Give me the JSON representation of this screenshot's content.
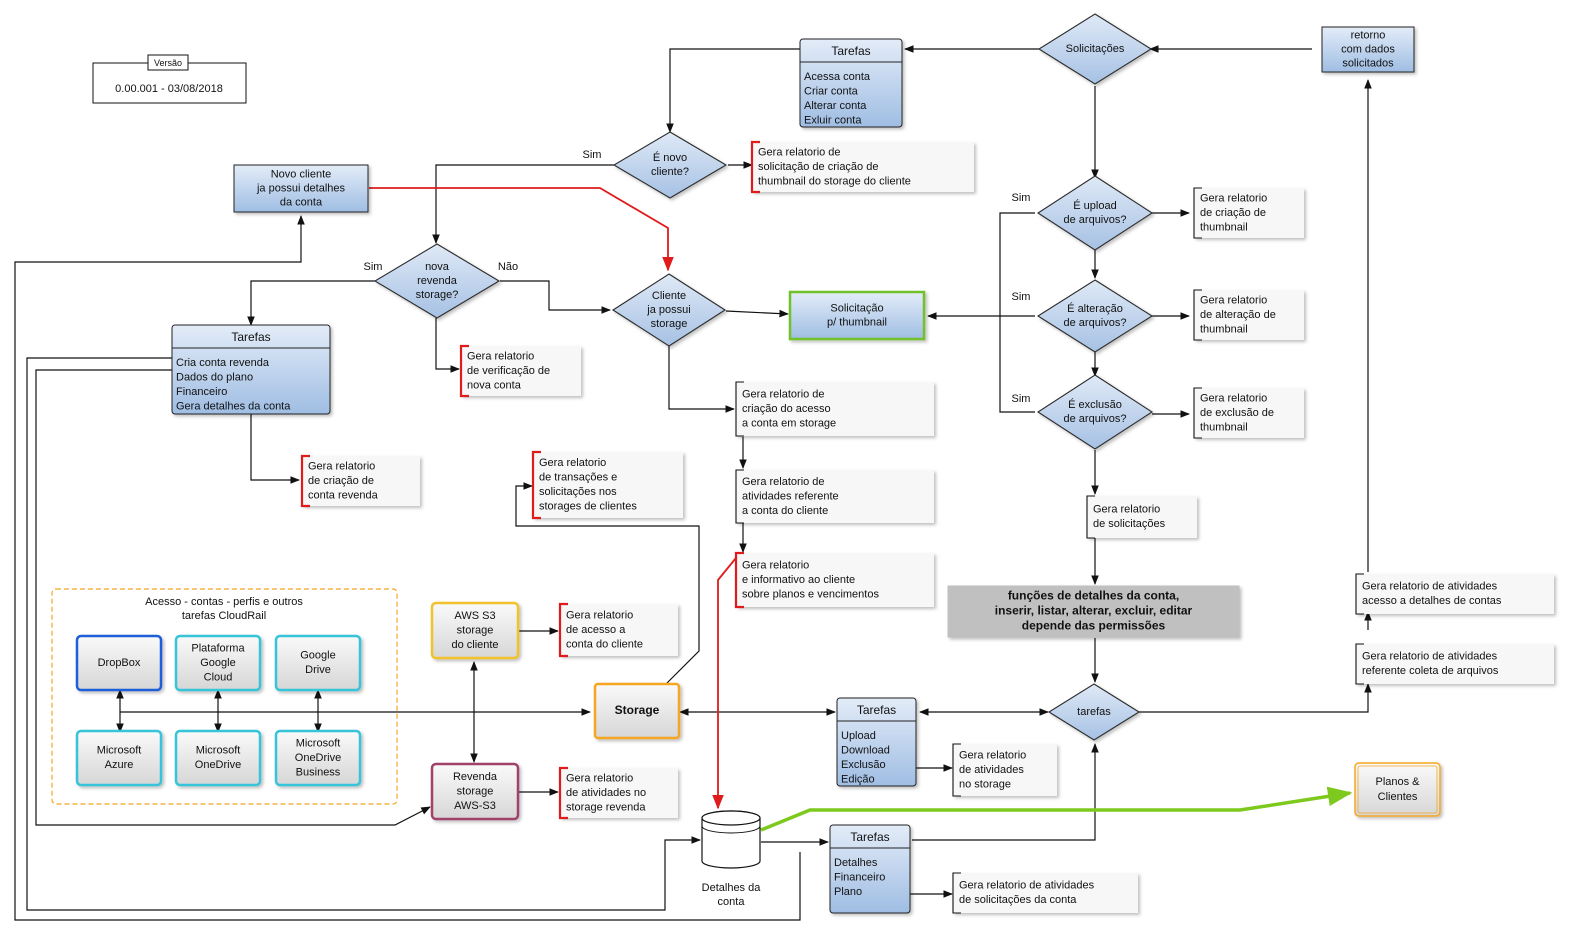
{
  "version": {
    "label": "Versão",
    "value": "0.00.001 - 03/08/2018"
  },
  "decisions": {
    "solicitacoes": [
      "Solicitações"
    ],
    "e_novo_cliente": [
      "É novo",
      "cliente?"
    ],
    "nova_revenda": [
      "nova",
      "revenda",
      "storage?"
    ],
    "cliente_storage": [
      "Cliente",
      "ja possui",
      "storage"
    ],
    "e_upload": [
      "É upload",
      "de arquivos?"
    ],
    "e_alteracao": [
      "É alteração",
      "de arquivos?"
    ],
    "e_exclusao": [
      "É exclusão",
      "de arquivos?"
    ],
    "tarefas_central": [
      "tarefas"
    ]
  },
  "edge_labels": {
    "sim_novo": "Sim",
    "sim_revenda": "Sim",
    "nao_revenda": "Não",
    "sim_upload": "Sim",
    "sim_alteracao": "Sim",
    "sim_exclusao": "Sim"
  },
  "task_boxes": {
    "tarefas_top": {
      "title": "Tarefas",
      "items": [
        "Acessa conta",
        "Criar conta",
        "Alterar conta",
        "Exluir conta"
      ]
    },
    "tarefas_revenda": {
      "title": "Tarefas",
      "items": [
        "Cria conta revenda",
        "Dados do plano",
        "Financeiro",
        "Gera detalhes da conta"
      ]
    },
    "tarefas_storage": {
      "title": "Tarefas",
      "items": [
        "Upload",
        "Download",
        "Exclusão",
        "Edição"
      ]
    },
    "tarefas_detalhes": {
      "title": "Tarefas",
      "items": [
        "Detalhes",
        "Financeiro",
        "Plano"
      ]
    }
  },
  "process_boxes": {
    "retorno": [
      "retorno",
      "com dados",
      "solicitados"
    ],
    "novo_cliente": [
      "Novo cliente",
      "ja possui detalhes",
      "da conta"
    ],
    "solicitacao_thumbnail": [
      "Solicitação",
      "p/ thumbnail"
    ],
    "funcoes": [
      "funções de detalhes da conta,",
      "inserir, listar, alterar, excluir, editar",
      "depende das permissões"
    ],
    "storage": [
      "Storage"
    ],
    "aws_s3": [
      "AWS S3",
      "storage",
      "do cliente"
    ],
    "revenda_storage": [
      "Revenda",
      "storage",
      "AWS-S3"
    ],
    "planos_clientes": [
      "Planos &",
      "Clientes"
    ],
    "database": [
      "Detalhes da",
      "conta"
    ]
  },
  "reports": {
    "r_criacao_thumb_cliente": [
      "Gera relatorio de",
      "solicitação de criação de",
      "thumbnail do storage do cliente"
    ],
    "r_verificacao": [
      "Gera relatorio",
      "de verificação de",
      "nova conta"
    ],
    "r_conta_revenda": [
      "Gera relatorio",
      "de criação de",
      "conta revenda"
    ],
    "r_transacoes": [
      "Gera relatorio",
      "de transações e",
      "solicitações nos",
      "storages de clientes"
    ],
    "r_acesso_storage": [
      "Gera relatorio de",
      "criação do acesso",
      "a conta em storage"
    ],
    "r_atividades_cliente": [
      "Gera relatorio de",
      "atividades referente",
      "a conta do cliente"
    ],
    "r_informativo": [
      "Gera relatorio",
      "e informativo ao cliente",
      "sobre planos e vencimentos"
    ],
    "r_acesso_conta": [
      "Gera relatorio",
      "de acesso a",
      "conta do cliente"
    ],
    "r_atividades_revenda": [
      "Gera relatorio",
      "de atividades no",
      "storage revenda"
    ],
    "r_upload": [
      "Gera relatorio",
      "de criação de",
      "thumbnail"
    ],
    "r_alteracao": [
      "Gera relatorio",
      "de alteração de",
      "thumbnail"
    ],
    "r_exclusao": [
      "Gera relatorio",
      "de exclusão de",
      "thumbnail"
    ],
    "r_solicitacoes": [
      "Gera relatorio",
      "de solicitações"
    ],
    "r_atividades_storage": [
      "Gera relatorio",
      "de atividades",
      "no storage"
    ],
    "r_solicitacoes_conta": [
      "Gera relatorio de atividades",
      "de solicitações da conta"
    ],
    "r_acesso_detalhes": [
      "Gera relatorio de atividades",
      "acesso a detalhes de contas"
    ],
    "r_coleta": [
      "Gera relatorio de atividades",
      "referente coleta de arquivos"
    ]
  },
  "cloudrail": {
    "title": [
      "Acesso - contas - perfis e outros",
      "tarefas CloudRail"
    ],
    "services": {
      "dropbox": [
        "DropBox"
      ],
      "gcloud": [
        "Plataforma",
        "Google",
        "Cloud"
      ],
      "gdrive": [
        "Google",
        "Drive"
      ],
      "azure": [
        "Microsoft",
        "Azure"
      ],
      "onedrive": [
        "Microsoft",
        "OneDrive"
      ],
      "onedrive_business": [
        "Microsoft",
        "OneDrive",
        "Business"
      ]
    }
  },
  "colors": {
    "box_fill_top": "#d9e6f5",
    "box_fill_bottom": "#a8c4e6",
    "diamond_fill": "#c3d6ee",
    "red_flow": "#e01b1b",
    "green_flow": "#7dc91d",
    "orange": "#f5a623",
    "yellow": "#f2c12e",
    "purple": "#a0426b",
    "cyan": "#35c4d8",
    "blue": "#1f5fd6",
    "gray": "#bdbdbd"
  }
}
